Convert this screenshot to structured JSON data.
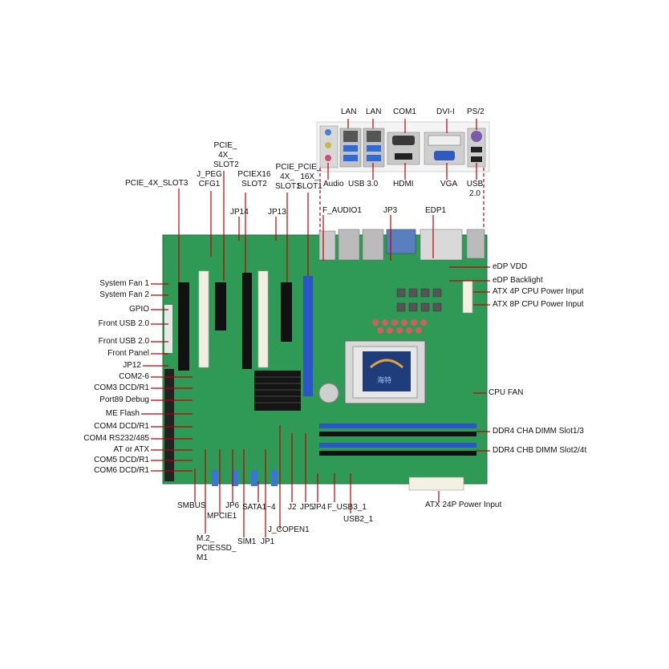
{
  "io_labels": {
    "lan1": "LAN",
    "lan2": "LAN",
    "com1": "COM1",
    "dvi": "DVI-I",
    "ps2": "PS/2",
    "audio": "Audio",
    "usb30": "USB 3.0",
    "hdmi": "HDMI",
    "vga": "VGA",
    "usb20": "USB 2.0"
  },
  "top_labels": {
    "pcie_4x_slot3": "PCIE_4X_SLOT3",
    "j_peg_cfg1": "J_PEG CFG1",
    "pcie_4x_slot2": "PCIE_ 4X_ SLOT2",
    "pciex16_slot2": "PCIEX16 SLOT2",
    "jp14": "JP14",
    "jp13": "JP13",
    "pcie_4x_slot1": "PCIE_ 4X_ SLOT1",
    "pcie_16x_slot1": "PCIE_ 16X_ SLOT1",
    "f_audio1": "F_AUDIO1",
    "jp3": "JP3",
    "edp1": "EDP1"
  },
  "left_labels": [
    "System Fan 1",
    "System Fan 2",
    "GPIO",
    "Front USB 2.0",
    "Front USB 2.0",
    "Front Panel",
    "JP12",
    "COM2-6",
    "COM3 DCD/R1",
    "Port89 Debug",
    "ME Flash",
    "COM4 DCD/R1",
    "COM4 RS232/485",
    "AT or ATX",
    "COM5 DCD/R1",
    "COM6 DCD/R1"
  ],
  "right_labels": {
    "edp_vdd": "eDP VDD",
    "edp_backlight": "eDP Backlight",
    "atx4p": "ATX 4P CPU  Power Input",
    "atx8p": "ATX 8P CPU  Power Input",
    "cpu_fan": "CPU FAN",
    "ddr4_a": "DDR4 CHA DIMM Slot1/3",
    "ddr4_b": "DDR4 CHB DIMM Slot2/4t"
  },
  "bottom_labels": {
    "smbus": "SMBUS",
    "mpcie1": "MPCIE1",
    "jp6": "JP6",
    "sata": "SATA1~4",
    "j2": "J2",
    "jp5": "JP5",
    "jp4": "JP4",
    "f_usb3_1": "F_USB3_1",
    "usb2_1": "USB2_1",
    "atx24p": "ATX 24P Power Input",
    "j_copen1": "J_COPEN1",
    "m2": "M.2_ PCIESSD_ M1",
    "sim1": "SIM1",
    "jp1": "JP1"
  },
  "cpu_socket_logo": "海特",
  "colors": {
    "pcb": "#2f9a55",
    "pcb_dark": "#1f7a40",
    "leader": "#c00000",
    "dimm_blue": "#2a56c8",
    "slot_black": "#111111",
    "slot_white": "#f2efe2",
    "io_silver": "#b9b9b9",
    "port_blue": "#2e6bd6"
  }
}
